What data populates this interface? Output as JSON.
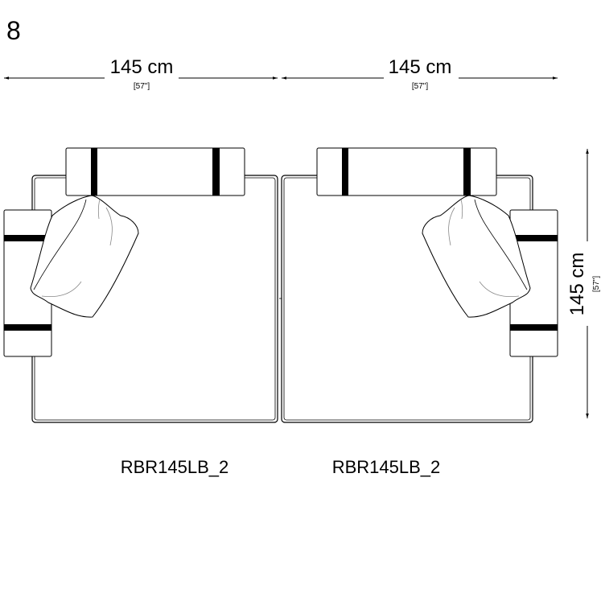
{
  "figure_number": "8",
  "dimensions": {
    "width_left": {
      "metric": "145 cm",
      "imperial": "[57\"]"
    },
    "width_right": {
      "metric": "145 cm",
      "imperial": "[57\"]"
    },
    "depth": {
      "metric": "145 cm",
      "imperial": "[57\"]"
    }
  },
  "modules": [
    {
      "label": "RBR145LB_2"
    },
    {
      "label": "RBR145LB_2"
    }
  ],
  "colors": {
    "line": "#000000",
    "fold": "#888888"
  }
}
